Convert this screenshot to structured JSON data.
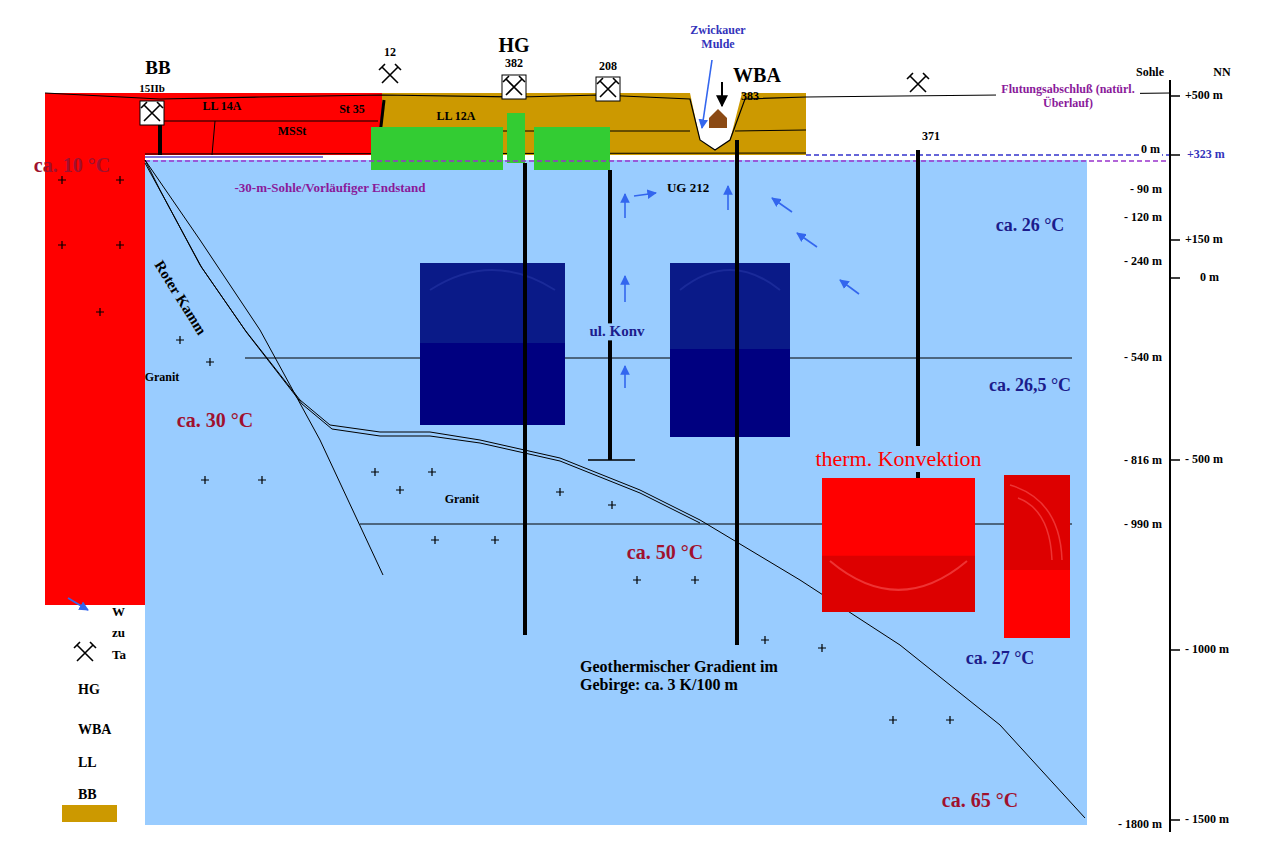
{
  "diagram": {
    "nodes": [
      {
        "text": [
          "therm. Konvektion"
        ]
      }
    ],
    "labels": [
      "BB",
      "15IIb",
      "12",
      "HG",
      "382",
      "208",
      "Zwickauer Mulde",
      "WBA",
      "383",
      "371",
      "LL 14A",
      "MSSt",
      "St 35",
      "LL 12A",
      "Sohle",
      "NN",
      "+500 m",
      "Flutungsabschluß (natürl. Überlauf)",
      "ca. 10 °C",
      "0 m",
      "+323 m",
      "-30-m-Sohle/Vorläufiger Endstand",
      "UG 212",
      "- 90 m",
      "- 120 m",
      "ca. 26 °C",
      "+150 m",
      "- 240 m",
      "0 m",
      "Roter Kamm",
      "Granit",
      "ul. Konv",
      "- 540 m",
      "ca. 26,5 °C",
      "ca. 30 °C",
      "- 816 m",
      "- 500 m",
      "Granit",
      "- 990 m",
      "ca. 50 °C",
      "ca. 27 °C",
      "Geothermischer Gradient im Gebirge: ca. 3 K/100 m",
      "- 1000 m",
      "ca. 65 °C",
      "- 1800 m",
      "- 1500 m",
      "W",
      "zu",
      "Ta",
      "HG",
      "WBA",
      "LL",
      "BB"
    ]
  }
}
